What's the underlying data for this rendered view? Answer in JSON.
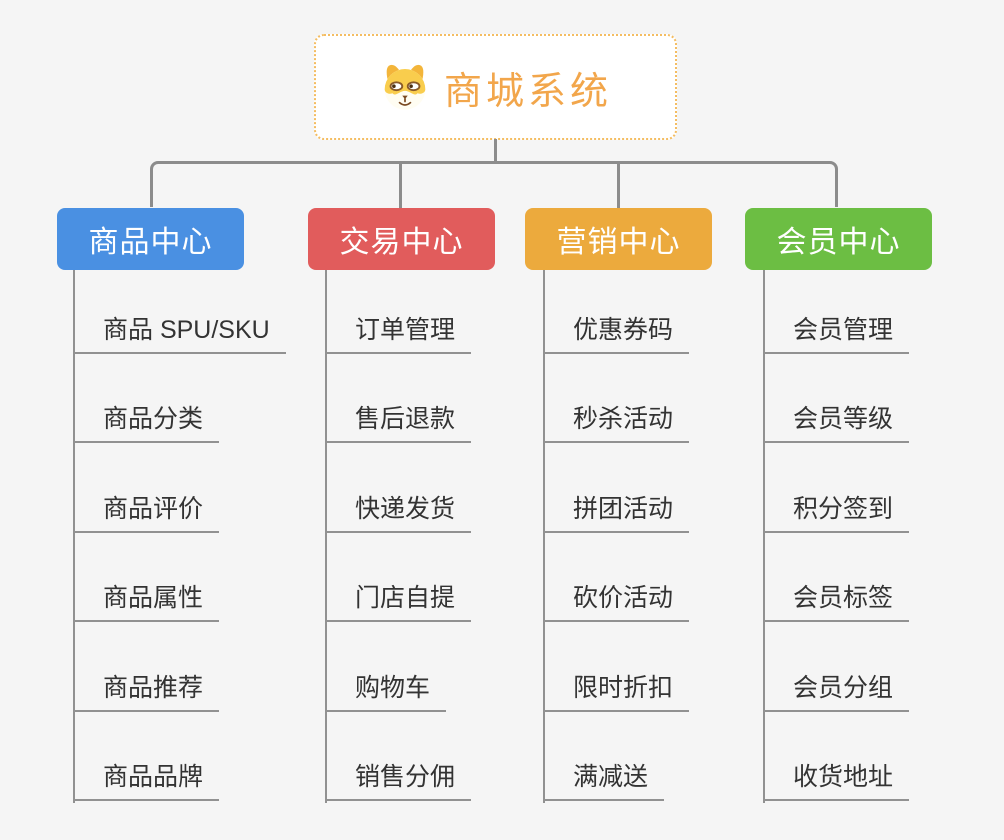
{
  "canvas": {
    "background_color": "#f5f5f5",
    "connector_color": "#8c8c8c",
    "underline_color": "#919191"
  },
  "root": {
    "title": "商城系统",
    "icon": "dog-face-icon",
    "title_color": "#f2a64b",
    "border_color": "#f4bd62"
  },
  "branches": [
    {
      "label": "商品中心",
      "color": "#4a90e2",
      "items": [
        "商品 SPU/SKU",
        "商品分类",
        "商品评价",
        "商品属性",
        "商品推荐",
        "商品品牌"
      ]
    },
    {
      "label": "交易中心",
      "color": "#e15c5c",
      "items": [
        "订单管理",
        "售后退款",
        "快递发货",
        "门店自提",
        "购物车",
        "销售分佣"
      ]
    },
    {
      "label": "营销中心",
      "color": "#ecaa3d",
      "items": [
        "优惠券码",
        "秒杀活动",
        "拼团活动",
        "砍价活动",
        "限时折扣",
        "满减送"
      ]
    },
    {
      "label": "会员中心",
      "color": "#6cbe43",
      "items": [
        "会员管理",
        "会员等级",
        "积分签到",
        "会员标签",
        "会员分组",
        "收货地址"
      ]
    }
  ]
}
